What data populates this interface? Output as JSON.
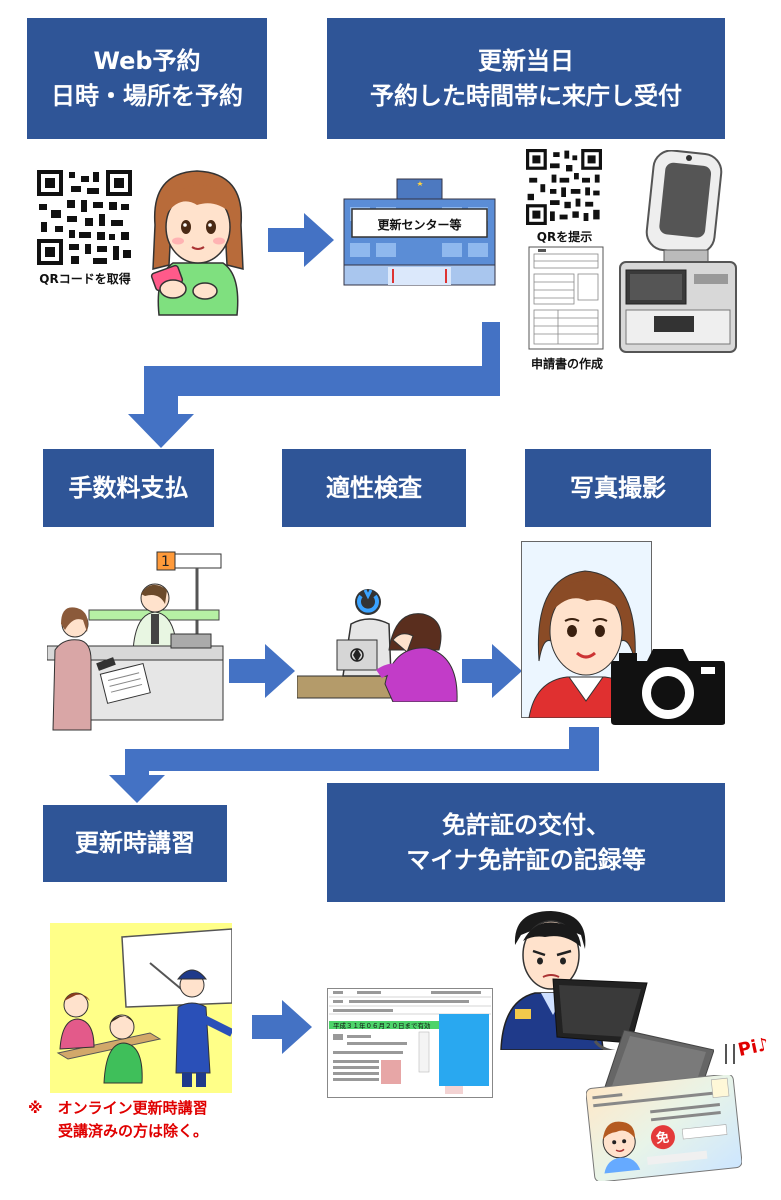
{
  "boxes": {
    "web_line1": "Web予約",
    "web_line2": "日時・場所を予約",
    "day_line1": "更新当日",
    "day_line2": "予約した時間帯に来庁し受付",
    "fee": "手数料支払",
    "aptitude": "適性検査",
    "photo": "写真撮影",
    "lecture": "更新時講習",
    "license_line1": "免許証の交付、",
    "license_line2": "マイナ免許証の記録等"
  },
  "captions": {
    "qr_get": "QRコードを取得",
    "center_sign": "更新センター等",
    "qr_show": "QRを提示",
    "form": "申請書の作成",
    "pi": "Pi♪",
    "menkyo_mark": "免"
  },
  "note": {
    "line1": "※　オンライン更新時講習",
    "line2": "　　受講済みの方は除く。"
  },
  "license_card": {
    "band": "平成３１年０６月２０日まで有効"
  },
  "colors": {
    "box": "#2f5597",
    "arrow": "#4472c4",
    "note": "#e00000"
  }
}
